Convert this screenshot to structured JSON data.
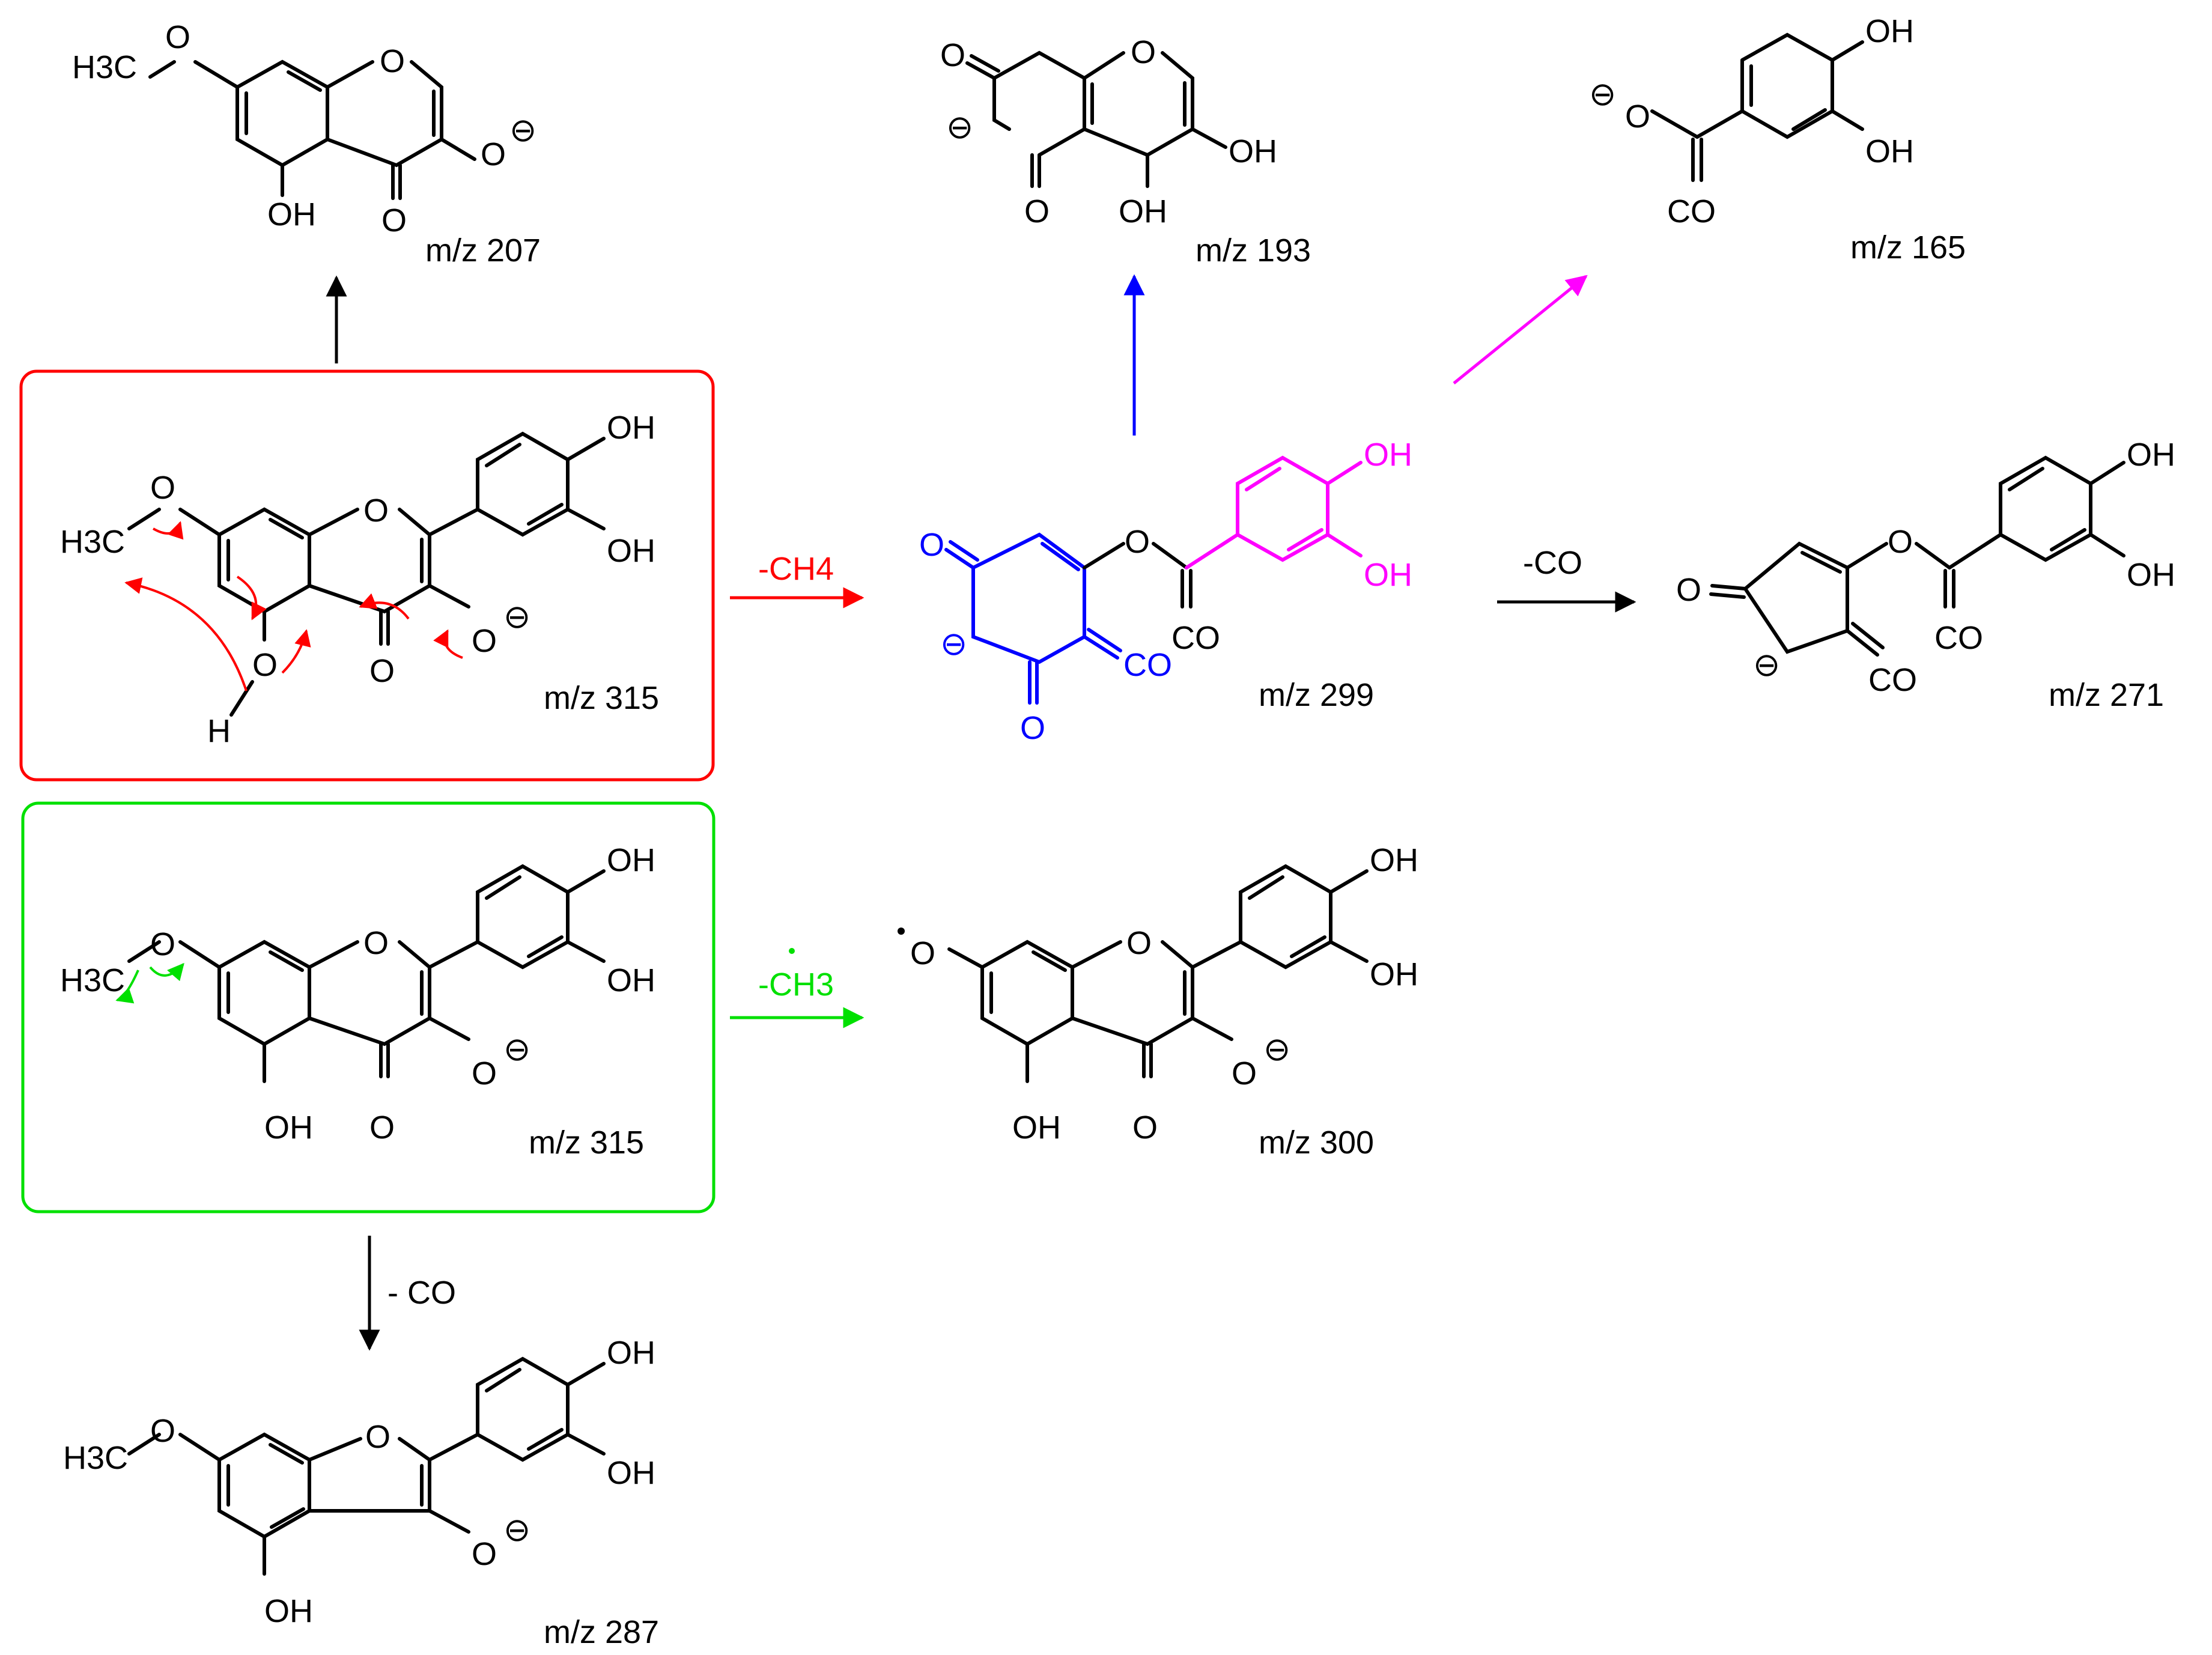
{
  "labels": {
    "mz_207": "m/z 207",
    "mz_193": "m/z 193",
    "mz_165": "m/z 165",
    "mz_315_red": "m/z 315",
    "mz_299": "m/z 299",
    "mz_271": "m/z 271",
    "mz_315_green": "m/z 315",
    "mz_300": "m/z 300",
    "mz_287": "m/z 287"
  },
  "arrow_labels": {
    "loss_ch4": "-CH4",
    "loss_ch3": "-CH3",
    "loss_co_right": "-CO",
    "loss_co_down": "- CO"
  },
  "atoms": {
    "OH": "OH",
    "O": "O",
    "CO": "CO",
    "H3C": "H3C",
    "H": "H",
    "minus": "⊖"
  },
  "colors": {
    "red": "#ff0000",
    "green": "#00e000",
    "blue": "#0000ff",
    "magenta": "#ff00ff",
    "black": "#000000"
  }
}
